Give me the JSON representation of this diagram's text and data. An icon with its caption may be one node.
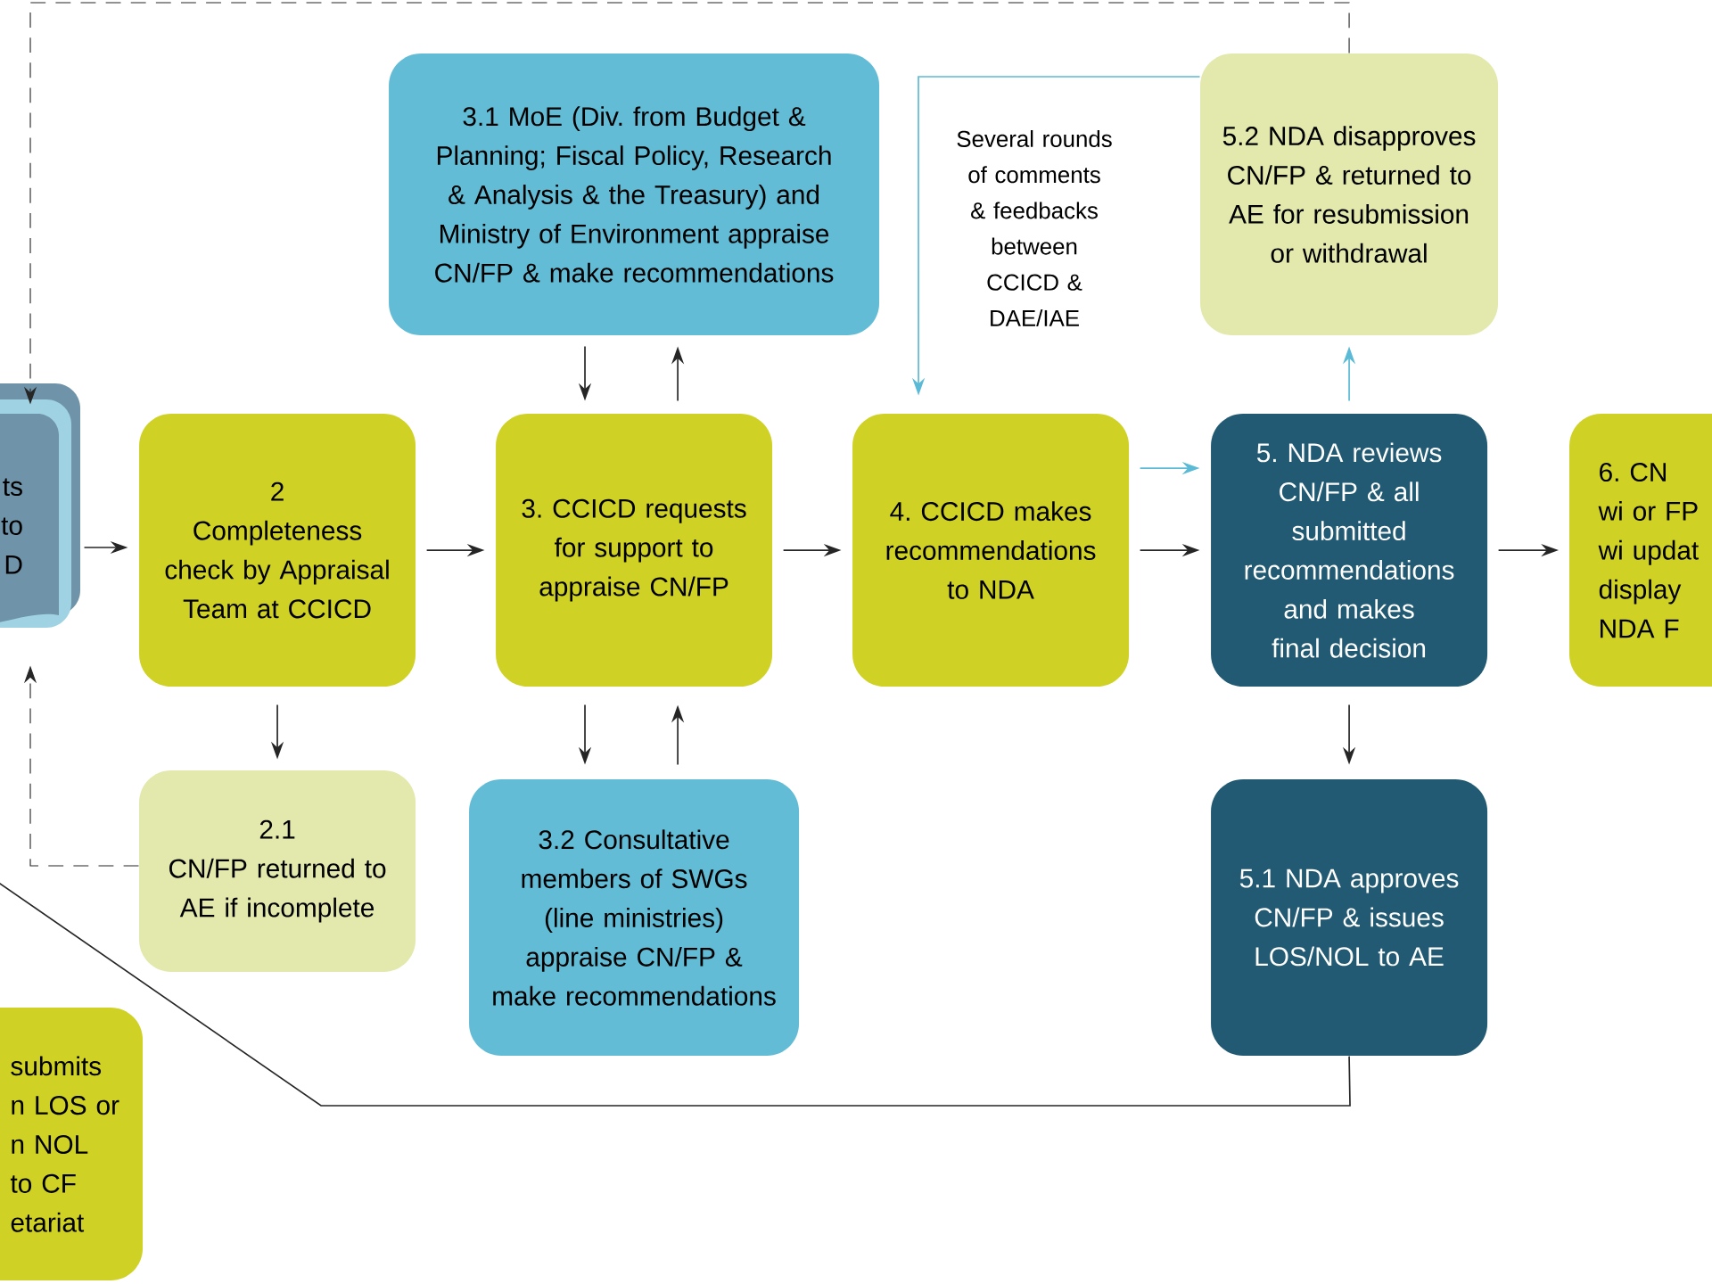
{
  "diagram": {
    "nodes": [
      {
        "text": [
          "ts to D"
        ]
      },
      {
        "text": [
          "2",
          "Completeness check by Appraisal Team at CCICD"
        ]
      },
      {
        "text": [
          "2.1",
          "CN/FP returned to AE if incomplete"
        ]
      },
      {
        "text": [
          "3.1 MoE (Div. from Budget & Planning; Fiscal Policy, Research & Analysis & the Treasury) and Ministry of Environment appraise CN/FP & make recommendations"
        ]
      },
      {
        "text": [
          "3. CCICD requests for support to appraise CN/FP"
        ]
      },
      {
        "text": [
          "3.2 Consultative members of SWGs (line ministries) appraise CN/FP & make recommendations"
        ]
      },
      {
        "text": [
          "4. CCICD makes recommendations to NDA"
        ]
      },
      {
        "text": [
          "5.2 NDA disapproves CN/FP & returned to AE for resubmission or withdrawal"
        ]
      },
      {
        "text": [
          "5. NDA reviews CN/FP & all submitted recommendations and makes final decision"
        ]
      },
      {
        "text": [
          "5.1 NDA approves CN/FP & issues LOS/NOL to AE"
        ]
      },
      {
        "text": [
          "6. CN wi or FP wi updat display NDA F"
        ]
      },
      {
        "text": [
          "submits n LOS or n NOL to CF etariat"
        ]
      }
    ],
    "edges": [
      {
        "from": 0,
        "to": 1,
        "arrow": "to"
      },
      {
        "from": 1,
        "to": 2,
        "arrow": "to"
      },
      {
        "from": 2,
        "to": 0,
        "arrow": "to",
        "style": "dashed"
      },
      {
        "from": 1,
        "to": 4,
        "arrow": "to"
      },
      {
        "from": 4,
        "to": 3,
        "arrow": "to"
      },
      {
        "from": 3,
        "to": 4,
        "arrow": "to"
      },
      {
        "from": 4,
        "to": 5,
        "arrow": "to"
      },
      {
        "from": 5,
        "to": 4,
        "arrow": "to"
      },
      {
        "from": 4,
        "to": 6,
        "arrow": "to"
      },
      {
        "from": 6,
        "to": 8,
        "arrow": "to"
      },
      {
        "from": 6,
        "to": 8,
        "arrow": "to",
        "color": "#5bbad6"
      },
      {
        "from": 8,
        "to": 7,
        "arrow": "to",
        "color": "#5bbad6"
      },
      {
        "from": 7,
        "to": 6,
        "arrow": "to",
        "color": "#5bbad6",
        "label": "Several rounds of comments & feedbacks between CCICD & DAE/IAE"
      },
      {
        "from": 7,
        "to": 0,
        "arrow": "to",
        "style": "dashed"
      },
      {
        "from": 8,
        "to": 10,
        "arrow": "to"
      },
      {
        "from": 8,
        "to": 9,
        "arrow": "to"
      },
      {
        "from": 9,
        "to": null,
        "arrow": "none"
      }
    ]
  }
}
